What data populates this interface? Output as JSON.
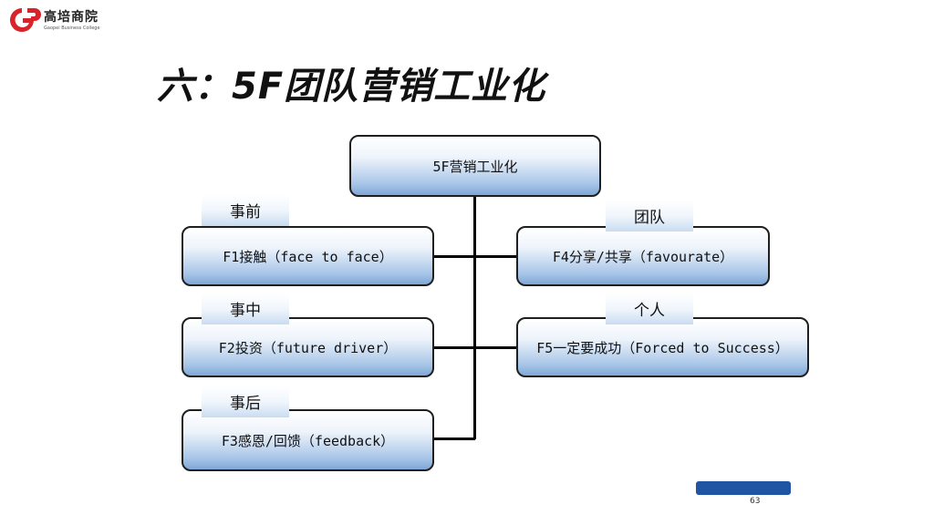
{
  "logo": {
    "text": "高培商院",
    "subtext": "Gaopei Business College"
  },
  "title": "六：5F团队营销工业化",
  "root": {
    "label": "5F营销工业化"
  },
  "tags": {
    "before": "事前",
    "during": "事中",
    "after": "事后",
    "team": "团队",
    "individual": "个人"
  },
  "nodes": {
    "f1": "F1接触（face to face）",
    "f2": "F2投资（future driver）",
    "f3": "F3感恩/回馈（feedback）",
    "f4": "F4分享/共享（favourate）",
    "f5": "F5一定要成功（Forced to Success）"
  },
  "page_number": "63",
  "colors": {
    "logo_red": "#d9232a",
    "footer_bar": "#1f55a3",
    "box_gradient_end": "#7fa7d6"
  }
}
